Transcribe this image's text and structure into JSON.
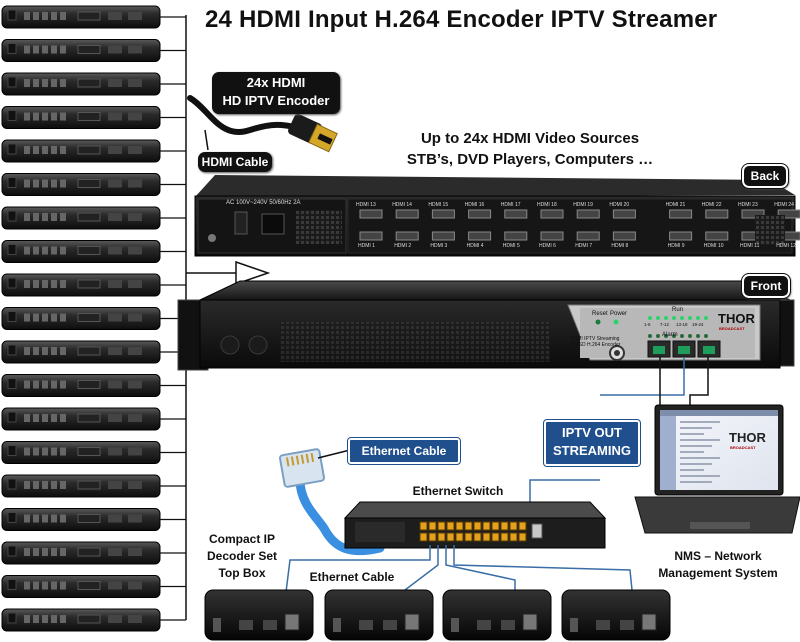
{
  "title": "24 HDMI Input H.264 Encoder IPTV Streamer",
  "callouts": {
    "encoder_line1": "24x HDMI",
    "encoder_line2": "HD IPTV Encoder",
    "hdmi_cable": "HDMI Cable",
    "back": "Back",
    "front": "Front",
    "ethernet_cable_top": "Ethernet Cable",
    "iptv_line1": "IPTV OUT",
    "iptv_line2": "STREAMING"
  },
  "sources": {
    "line1": "Up to 24x HDMI Video Sources",
    "line2": "STB’s, DVD Players, Computers …"
  },
  "rear_panel": {
    "power_label": "AC 100V~240V 50/60Hz 2A",
    "ports_top": [
      "HDMI 13",
      "HDMI 14",
      "HDMI 15",
      "HDMI 16",
      "HDMI 17",
      "HDMI 18",
      "HDMI 19",
      "HDMI 20",
      "HDMI 21",
      "HDMI 22",
      "HDMI 23",
      "HDMI 24"
    ],
    "ports_bottom": [
      "HDMI 1",
      "HDMI 2",
      "HDMI 3",
      "HDMI 4",
      "HDMI 5",
      "HDMI 6",
      "HDMI 7",
      "HDMI 8",
      "HDMI 9",
      "HDMI 10",
      "HDMI 11",
      "HDMI 12"
    ]
  },
  "front_panel": {
    "reset": "Reset",
    "power": "Power",
    "run": "Run",
    "alarm": "Alarm",
    "run_groups": [
      "1-6",
      "7-12",
      "13-18",
      "19-24"
    ],
    "model_line1": "HDMI IPTV Streaming",
    "model_line2": "HD/SD H.264 Encoder",
    "brand": "THOR",
    "brand_sub": "BROADCAST"
  },
  "switch_label": "Ethernet Switch",
  "decoder_label": [
    "Compact IP",
    "Decoder Set",
    "Top Box"
  ],
  "ethernet_cable_bottom": "Ethernet Cable",
  "nms_label": [
    "NMS – Network",
    "Management System"
  ],
  "laptop_brand": "THOR",
  "laptop_brand_sub": "BROADCAST",
  "stb_count": 19,
  "decoder_count": 4
}
